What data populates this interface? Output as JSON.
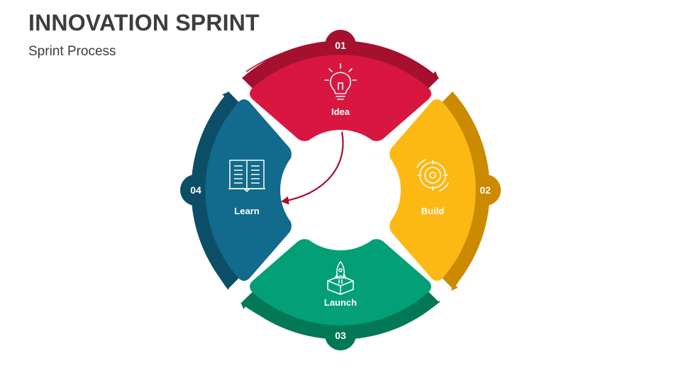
{
  "header": {
    "title": "INNOVATION SPRINT",
    "subtitle": "Sprint Process"
  },
  "steps": [
    {
      "number": "01",
      "label": "Idea",
      "icon": "lightbulb-icon",
      "color": "#d9163f",
      "dark": "#a5102f"
    },
    {
      "number": "02",
      "label": "Build",
      "icon": "gear-icon",
      "color": "#fdb913",
      "dark": "#cc8a00"
    },
    {
      "number": "03",
      "label": "Launch",
      "icon": "rocket-box-icon",
      "color": "#03a077",
      "dark": "#027856"
    },
    {
      "number": "04",
      "label": "Learn",
      "icon": "book-icon",
      "color": "#126a8c",
      "dark": "#0c4e68"
    }
  ]
}
